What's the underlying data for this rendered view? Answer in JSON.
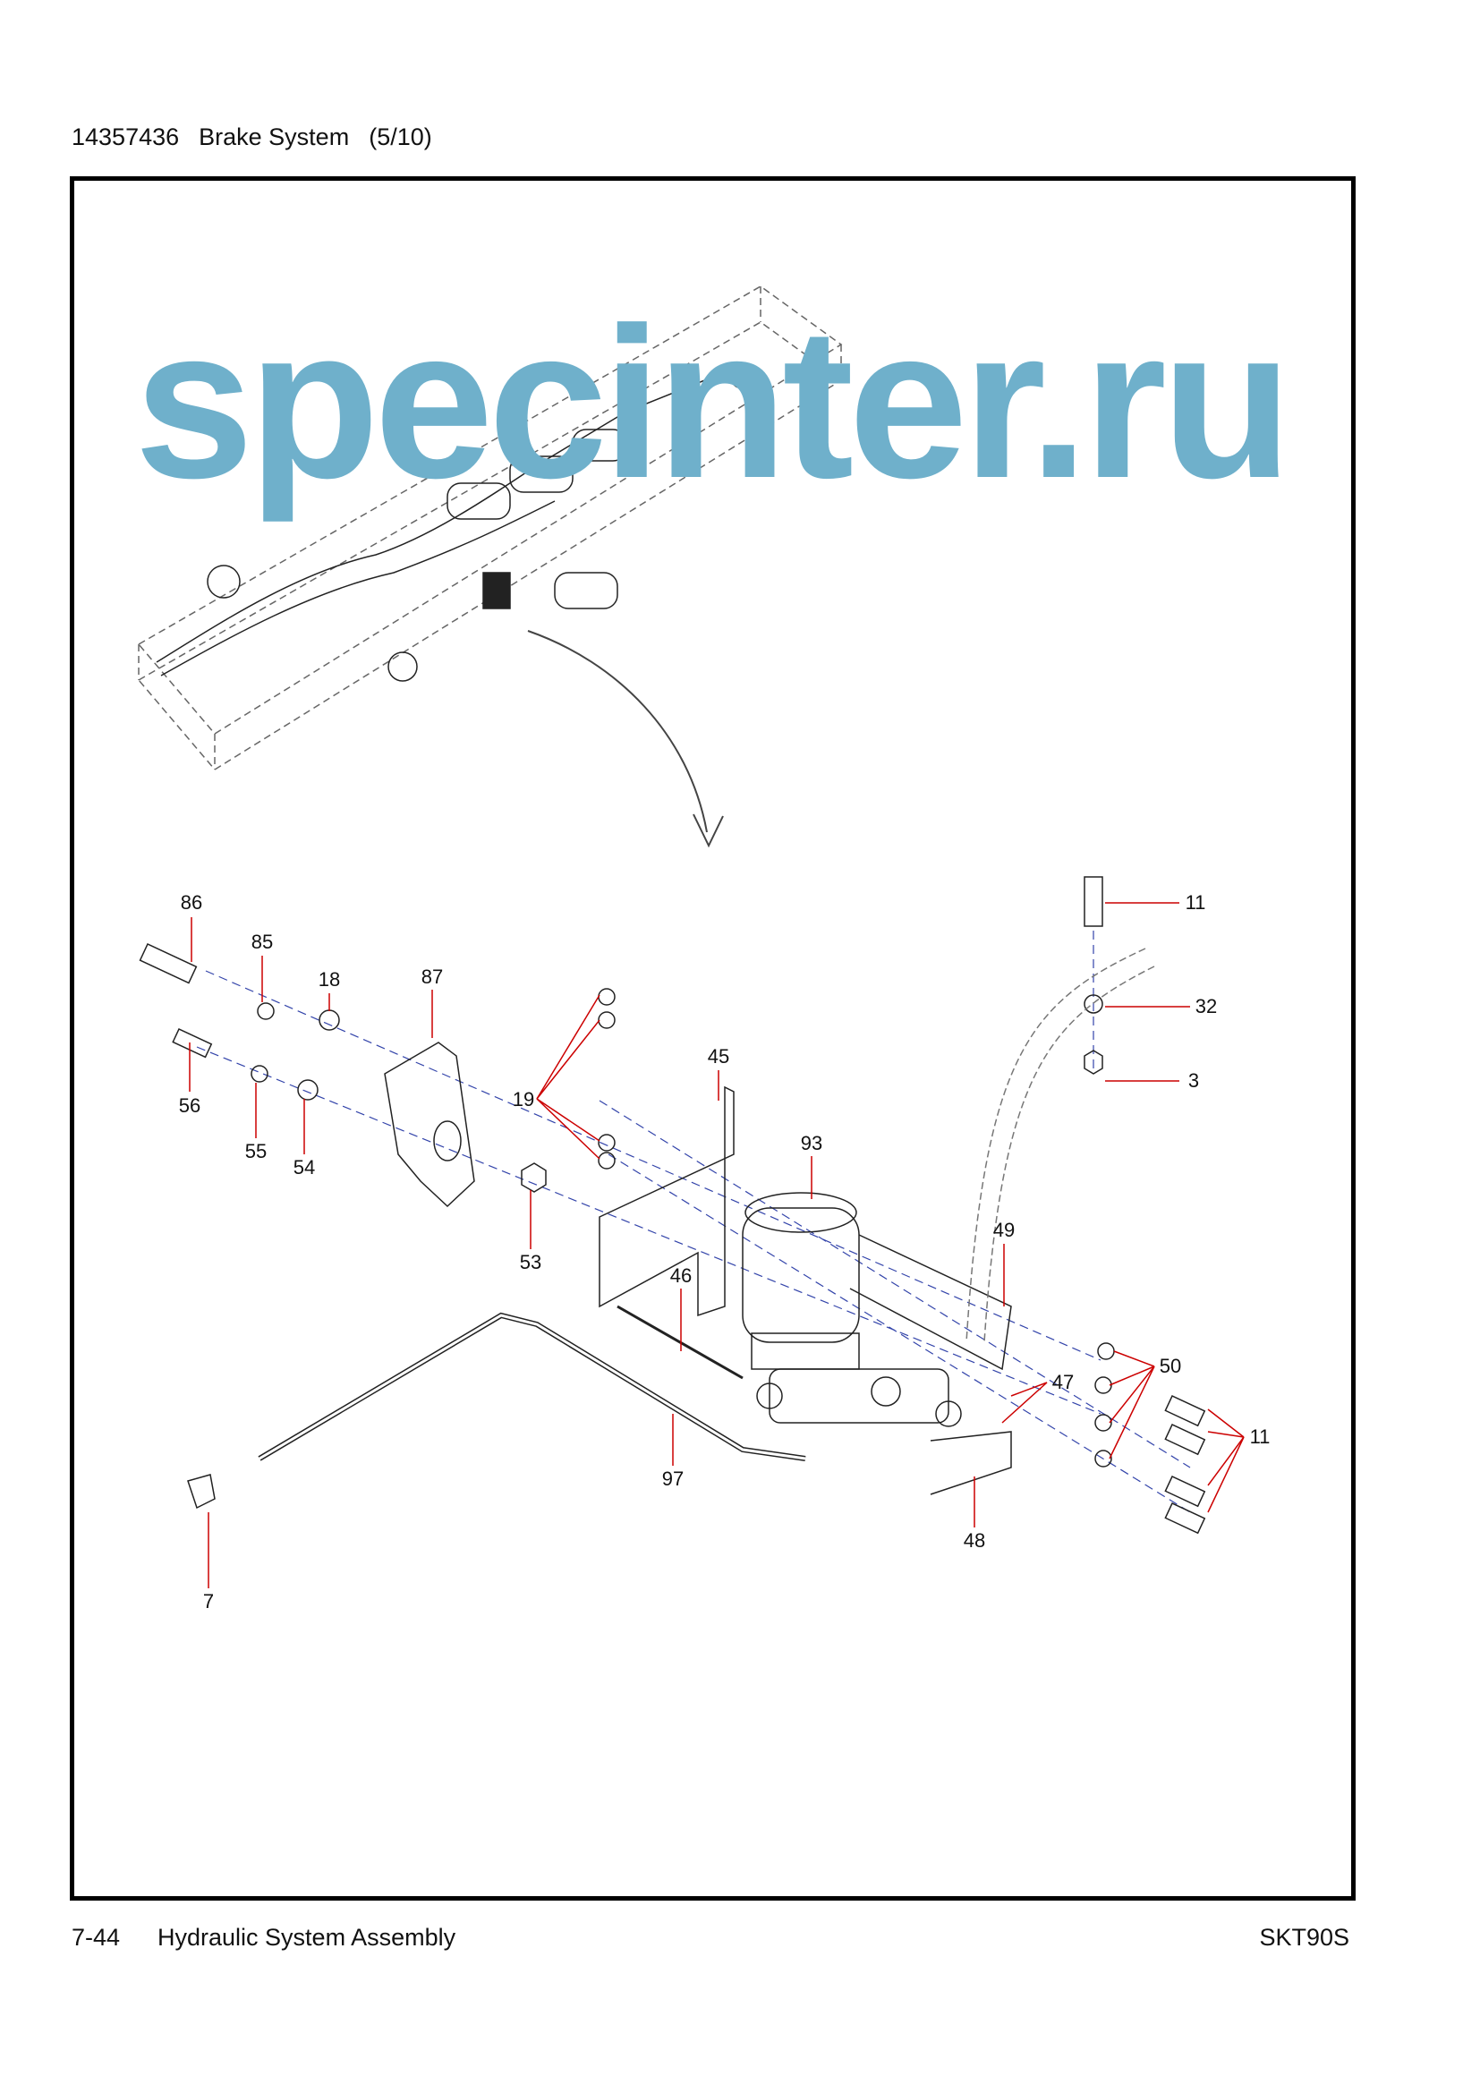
{
  "header": {
    "part_number": "14357436",
    "title": "Brake System",
    "page_of": "(5/10)"
  },
  "callouts": [
    "86",
    "85",
    "18",
    "87",
    "56",
    "55",
    "54",
    "19",
    "45",
    "93",
    "53",
    "46",
    "49",
    "50",
    "47",
    "11",
    "97",
    "48",
    "7",
    "11",
    "32",
    "3"
  ],
  "footer": {
    "page": "7-44",
    "section": "Hydraulic System Assembly",
    "model": "SKT90S"
  },
  "watermark": "specinter.ru"
}
